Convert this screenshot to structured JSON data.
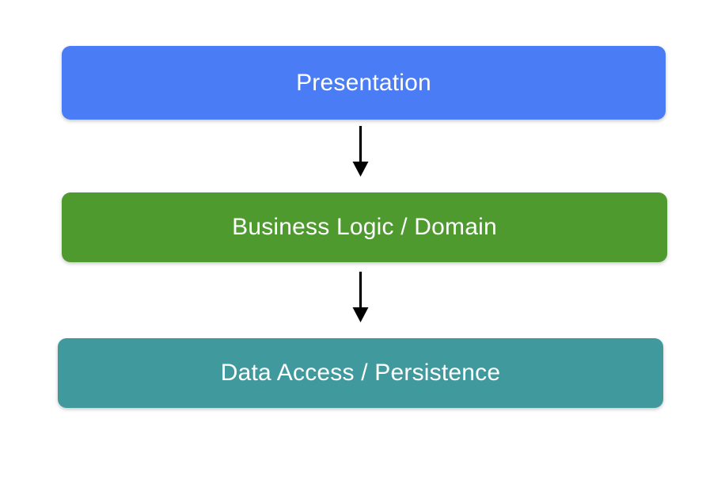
{
  "diagram": {
    "type": "layered-architecture-flow",
    "background_color": "#ffffff",
    "orientation": "vertical-top-down",
    "layers": [
      {
        "id": "presentation",
        "label": "Presentation",
        "color": "#4a7df5",
        "text_color": "#ffffff"
      },
      {
        "id": "business-logic",
        "label": "Business Logic / Domain",
        "color": "#4e9a2f",
        "text_color": "#ffffff"
      },
      {
        "id": "data-access",
        "label": "Data Access / Persistence",
        "color": "#409a9d",
        "text_color": "#ffffff"
      }
    ],
    "connectors": [
      {
        "id": "presentation-to-business-logic",
        "from": "presentation",
        "to": "business-logic",
        "style": "solid-arrow-down",
        "color": "#000000"
      },
      {
        "id": "business-logic-to-data-access",
        "from": "business-logic",
        "to": "data-access",
        "style": "solid-arrow-down",
        "color": "#000000"
      }
    ]
  }
}
